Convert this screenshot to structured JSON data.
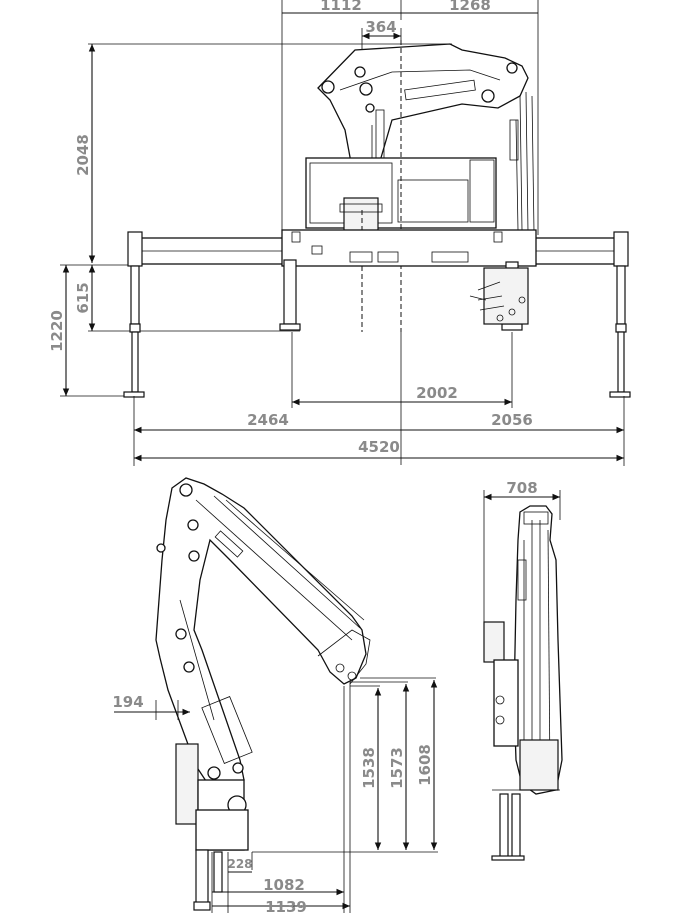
{
  "top_view": {
    "dims": {
      "d1112": "1112",
      "d1268": "1268",
      "d364": "364",
      "d2048": "2048",
      "d615": "615",
      "d1220": "1220",
      "d2002": "2002",
      "d2464": "2464",
      "d2056": "2056",
      "d4520": "4520"
    }
  },
  "side_view": {
    "dims": {
      "d194": "194",
      "d1538": "1538",
      "d1573": "1573",
      "d1608": "1608",
      "d228": "228",
      "d1082": "1082",
      "d1139": "1139"
    }
  },
  "rear_view": {
    "dims": {
      "d708": "708"
    }
  }
}
